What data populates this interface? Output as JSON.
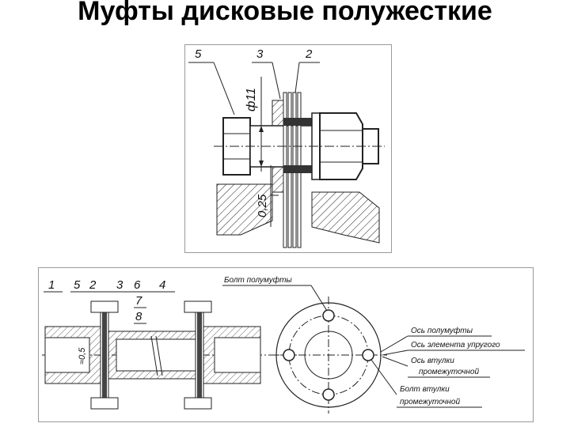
{
  "slide": {
    "title": "Муфты дисковые полужесткие"
  },
  "top_drawing": {
    "callouts": [
      "5",
      "3",
      "2"
    ],
    "dimension_diameter": "ф11",
    "dimension_gap": "0,25"
  },
  "bottom_drawing": {
    "callouts": [
      "1",
      "5",
      "2",
      "3",
      "6",
      "4",
      "7",
      "8"
    ],
    "dimension_gap": "≈0,5",
    "annotations": {
      "bolt_half_coupling": "Болт полумуфты",
      "axis_half_coupling": "Ось полумуфты",
      "axis_elastic_element": "Ось элемента упругого",
      "axis_sleeve_intermediate_1": "Ось втулки",
      "axis_sleeve_intermediate_2": "промежуточной",
      "bolt_sleeve_intermediate_1": "Болт втулки",
      "bolt_sleeve_intermediate_2": "промежуточной"
    }
  }
}
